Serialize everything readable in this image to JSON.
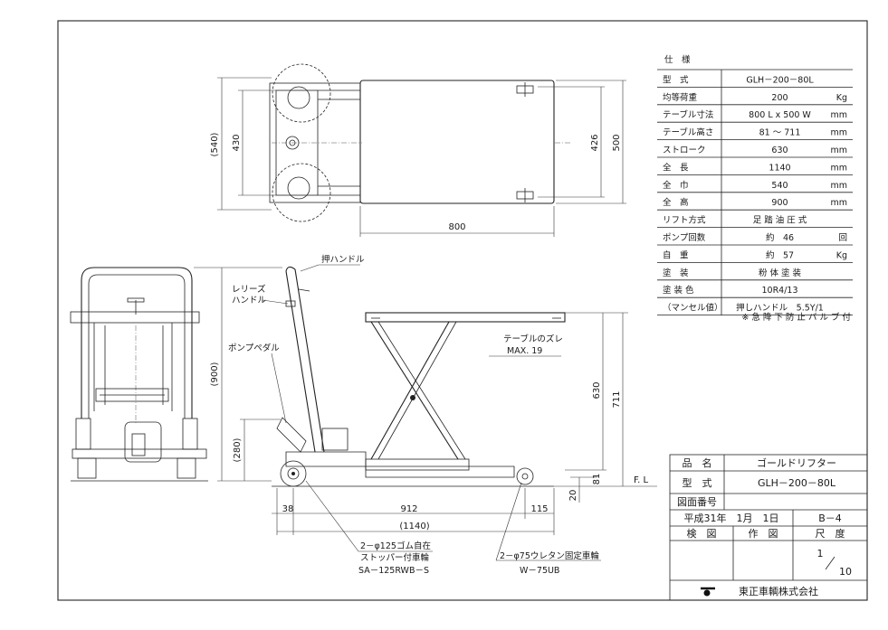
{
  "spec_table": {
    "heading": "仕　様",
    "rows": [
      {
        "label": "型　式",
        "value": "GLH－200－80L",
        "unit": ""
      },
      {
        "label": "均等荷重",
        "value": "200",
        "unit": "Kg"
      },
      {
        "label": "テーブル寸法",
        "value": "800 L x 500 W",
        "unit": "mm"
      },
      {
        "label": "テーブル高さ",
        "value": "81 ～ 711",
        "unit": "mm"
      },
      {
        "label": "ストローク",
        "value": "630",
        "unit": "mm"
      },
      {
        "label": "全　長",
        "value": "1140",
        "unit": "mm"
      },
      {
        "label": "全　巾",
        "value": "540",
        "unit": "mm"
      },
      {
        "label": "全　高",
        "value": "900",
        "unit": "mm"
      },
      {
        "label": "リフト方式",
        "value": "足 踏 油 圧 式",
        "unit": ""
      },
      {
        "label": "ポンプ回数",
        "value": "約　46",
        "unit": "回"
      },
      {
        "label": "自　重",
        "value": "約　57",
        "unit": "Kg"
      },
      {
        "label": "塗　装",
        "value": "粉 体 塗 装",
        "unit": ""
      },
      {
        "label": "塗 装 色",
        "value": "10R4/13",
        "unit": ""
      },
      {
        "label": "（マンセル値）",
        "value": "押しハンドル　5.5Y/1",
        "unit": ""
      }
    ],
    "note": "※ 急 降 下 防 止 バ ル ブ 付"
  },
  "title_block": {
    "name_label": "品　名",
    "name_value": "ゴールドリフター",
    "model_label": "型　式",
    "model_value": "GLH－200－80L",
    "drawing_no_label": "図面番号",
    "date": "平成31年　1月　1日",
    "sheet": "B－4",
    "check_label": "検　図",
    "draw_label": "作　図",
    "scale_label": "尺　度",
    "scale_num": "1",
    "scale_den": "10",
    "company": "東正車輌株式会社"
  },
  "labels": {
    "push_handle": "押ハンドル",
    "release_handle_1": "レリーズ",
    "release_handle_2": "ハンドル",
    "pump_pedal": "ポンプペダル",
    "table_deflection": "テーブルのズレ",
    "table_deflection_max": "MAX. 19",
    "floor_level": "F. L",
    "caster_front_1": "2－φ125ゴム自在",
    "caster_front_2": "ストッパー付車輪",
    "caster_front_code": "SA－125RWB－S",
    "caster_rear_1": "2－φ75ウレタン固定車輪",
    "caster_rear_code": "W－75UB"
  },
  "dimensions": {
    "top_width_overall": "(540)",
    "top_width_inner": "430",
    "top_table_length": "800",
    "top_table_width": "500",
    "top_table_inner": "426",
    "front_height": "(900)",
    "side_pedal_height": "(280)",
    "stroke": "630",
    "max_height": "711",
    "min_height": "81",
    "floor_gap": "20",
    "wheelbase": "912",
    "rear_overhang": "115",
    "front_overhang": "38",
    "overall_length": "(1140)"
  }
}
